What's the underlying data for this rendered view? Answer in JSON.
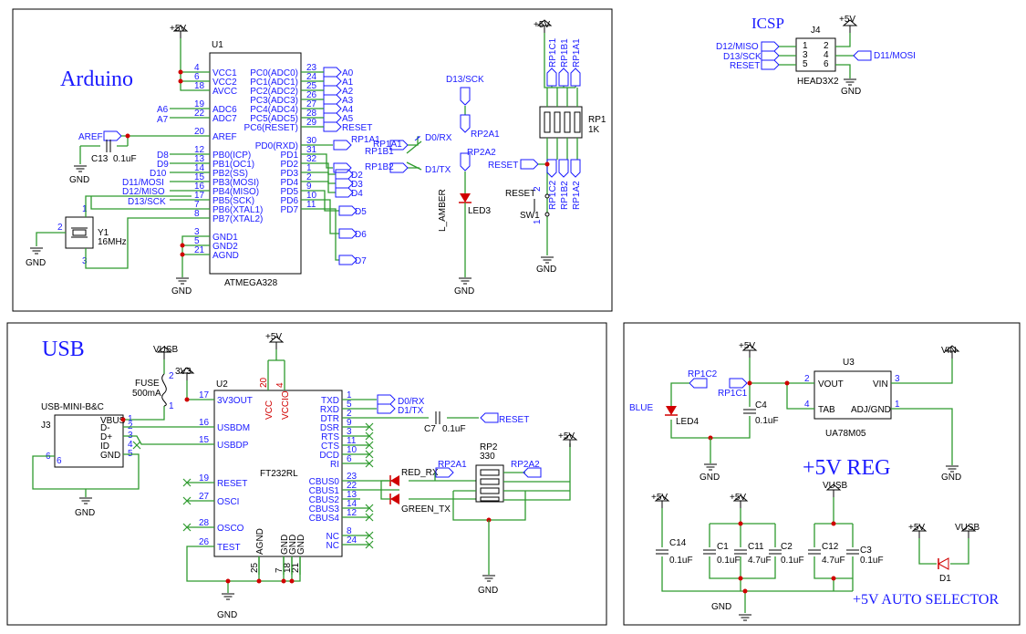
{
  "sections": {
    "arduino": "Arduino",
    "usb": "USB",
    "icsp": "ICSP",
    "reg": "+5V REG",
    "auto": "+5V AUTO SELECTOR"
  },
  "power": {
    "p5v": "+5V",
    "gnd": "GND",
    "vusb": "VUSB",
    "v3v3": "3V3",
    "vin": "VIN"
  },
  "u1": {
    "ref": "U1",
    "part": "ATMEGA328",
    "left_pins": [
      {
        "num": "4",
        "name": "VCC1"
      },
      {
        "num": "6",
        "name": "VCC2"
      },
      {
        "num": "18",
        "name": "AVCC"
      },
      {
        "num": "19",
        "name": "ADC6"
      },
      {
        "num": "22",
        "name": "ADC7"
      },
      {
        "num": "20",
        "name": "AREF"
      },
      {
        "num": "12",
        "name": "PB0(ICP)"
      },
      {
        "num": "13",
        "name": "PB1(OC1)"
      },
      {
        "num": "14",
        "name": "PB2(SS)"
      },
      {
        "num": "15",
        "name": "PB3(MOSI)"
      },
      {
        "num": "16",
        "name": "PB4(MISO)"
      },
      {
        "num": "17",
        "name": "PB5(SCK)"
      },
      {
        "num": "7",
        "name": "PB6(XTAL1)"
      },
      {
        "num": "8",
        "name": "PB7(XTAL2)"
      },
      {
        "num": "3",
        "name": "GND1"
      },
      {
        "num": "5",
        "name": "GND2"
      },
      {
        "num": "21",
        "name": "AGND"
      }
    ],
    "right_pins": [
      {
        "num": "23",
        "name": "PC0(ADC0)",
        "net": "A0"
      },
      {
        "num": "24",
        "name": "PC1(ADC1)",
        "net": "A1"
      },
      {
        "num": "25",
        "name": "PC2(ADC2)",
        "net": "A2"
      },
      {
        "num": "26",
        "name": "PC3(ADC3)",
        "net": "A3"
      },
      {
        "num": "27",
        "name": "PC4(ADC4)",
        "net": "A4"
      },
      {
        "num": "28",
        "name": "PC5(ADC5)",
        "net": "A5"
      },
      {
        "num": "29",
        "name": "PC6(RESET)",
        "net": "RESET"
      },
      {
        "num": "30",
        "name": "PD0(RXD)",
        "net": ""
      },
      {
        "num": "31",
        "name": "PD1",
        "net": ""
      },
      {
        "num": "32",
        "name": "PD2",
        "net": ""
      },
      {
        "num": "1",
        "name": "PD3",
        "net": "D2"
      },
      {
        "num": "2",
        "name": "PD4",
        "net": "D3"
      },
      {
        "num": "9",
        "name": "PD5",
        "net": "D4"
      },
      {
        "num": "10",
        "name": "PD6",
        "net": "D5"
      },
      {
        "num": "11",
        "name": "PD7",
        "net": "D6"
      }
    ],
    "left_nets": [
      "A6",
      "A7",
      "AREF",
      "D8",
      "D9",
      "D10",
      "D11/MOSI",
      "D12/MISO",
      "D13/SCK"
    ],
    "d7": "D7"
  },
  "arduino_misc": {
    "c13": "C13",
    "c13_val": "0.1uF",
    "y1": "Y1",
    "y1_val": "16MHz",
    "y1_pin1": "1",
    "y1_pin2": "2",
    "y1_pin3": "3",
    "rp1a1": "RP1A1",
    "rp1b1": "RP1B1",
    "rp1a1b": "RP1A1",
    "rp1b2": "RP1B2",
    "d0rx": "D0/RX",
    "d1tx": "D1/TX",
    "d13sck": "D13/SCK",
    "rp2a1": "RP2A1",
    "rp2a2": "RP2A2",
    "led3": "LED3",
    "lamber": "L_AMBER",
    "rp1_top": [
      "RP1C1",
      "RP1B1",
      "RP1A1"
    ],
    "rp1_bot": [
      "RP1C2",
      "RP1B2",
      "RP1A2"
    ],
    "rp1": "RP1",
    "rp1_val": "1K",
    "reset": "RESET",
    "sw1": "SW1",
    "sw_pin1": "1",
    "sw_pin2": "2"
  },
  "icsp": {
    "ref": "J4",
    "part": "HEAD3X2",
    "left": [
      "D12/MISO",
      "D13/SCK",
      "RESET"
    ],
    "pins_l": [
      "1",
      "3",
      "5"
    ],
    "pins_r": [
      "2",
      "4",
      "6"
    ],
    "right": "D11/MOSI"
  },
  "u2": {
    "ref": "U2",
    "part": "FT232RL",
    "left_pins": [
      {
        "num": "17",
        "name": "3V3OUT"
      },
      {
        "num": "16",
        "name": "USBDM"
      },
      {
        "num": "15",
        "name": "USBDP"
      },
      {
        "num": "19",
        "name": "RESET"
      },
      {
        "num": "27",
        "name": "OSCI"
      },
      {
        "num": "28",
        "name": "OSCO"
      },
      {
        "num": "26",
        "name": "TEST"
      }
    ],
    "right_pins": [
      {
        "num": "1",
        "name": "TXD"
      },
      {
        "num": "5",
        "name": "RXD"
      },
      {
        "num": "2",
        "name": "DTR"
      },
      {
        "num": "9",
        "name": "DSR"
      },
      {
        "num": "3",
        "name": "RTS"
      },
      {
        "num": "11",
        "name": "CTS"
      },
      {
        "num": "10",
        "name": "DCD"
      },
      {
        "num": "6",
        "name": "RI"
      },
      {
        "num": "23",
        "name": "CBUS0"
      },
      {
        "num": "22",
        "name": "CBUS1"
      },
      {
        "num": "13",
        "name": "CBUS2"
      },
      {
        "num": "14",
        "name": "CBUS3"
      },
      {
        "num": "12",
        "name": "CBUS4"
      },
      {
        "num": "8",
        "name": "NC"
      },
      {
        "num": "24",
        "name": "NC"
      }
    ],
    "top_pins": [
      {
        "num": "20",
        "name": "VCC"
      },
      {
        "num": "4",
        "name": "VCCIO"
      }
    ],
    "bottom_pins": [
      {
        "num": "25",
        "name": "AGND"
      },
      {
        "num": "7",
        "name": "GND"
      },
      {
        "num": "18",
        "name": "GND"
      },
      {
        "num": "21",
        "name": "GND"
      }
    ],
    "nets": [
      "D0/RX",
      "D1/TX",
      "RESET"
    ]
  },
  "usb_misc": {
    "fuse": "FUSE",
    "fuse_val": "500mA",
    "fuse_p1": "1",
    "fuse_p2": "2",
    "j3": "J3",
    "j3_part": "USB-MINI-B&C",
    "j3_pins": [
      {
        "num": "1",
        "name": "VBUS"
      },
      {
        "num": "2",
        "name": "D-"
      },
      {
        "num": "3",
        "name": "D+"
      },
      {
        "num": "4",
        "name": "ID"
      },
      {
        "num": "5",
        "name": "GND"
      }
    ],
    "j3_pin6": "6",
    "c7": "C7",
    "c7_val": "0.1uF",
    "rp2": "RP2",
    "rp2_val": "330",
    "rp2a1": "RP2A1",
    "rp2a2": "RP2A2",
    "red_rx": "RED_RX",
    "green_tx": "GREEN_TX"
  },
  "reg": {
    "u3": "U3",
    "part": "UA78M05",
    "vout": "VOUT",
    "vin": "VIN",
    "tab": "TAB",
    "adj": "ADJ/GND",
    "p2": "2",
    "p3": "3",
    "p4": "4",
    "p1": "1",
    "rp1c2": "RP1C2",
    "rp1c1": "RP1C1",
    "blue": "BLUE",
    "led4": "LED4",
    "c4": "C4",
    "c4_val": "0.1uF"
  },
  "caps": [
    {
      "ref": "C14",
      "val": "0.1uF"
    },
    {
      "ref": "C1",
      "val": "0.1uF"
    },
    {
      "ref": "C11",
      "val": "4.7uF"
    },
    {
      "ref": "C2",
      "val": "0.1uF"
    },
    {
      "ref": "C12",
      "val": "4.7uF"
    },
    {
      "ref": "C3",
      "val": "0.1uF"
    }
  ],
  "d1": "D1",
  "colors": {
    "wire": "#2e9a2e",
    "text": "#1a1aff",
    "junction": "#d00000"
  }
}
